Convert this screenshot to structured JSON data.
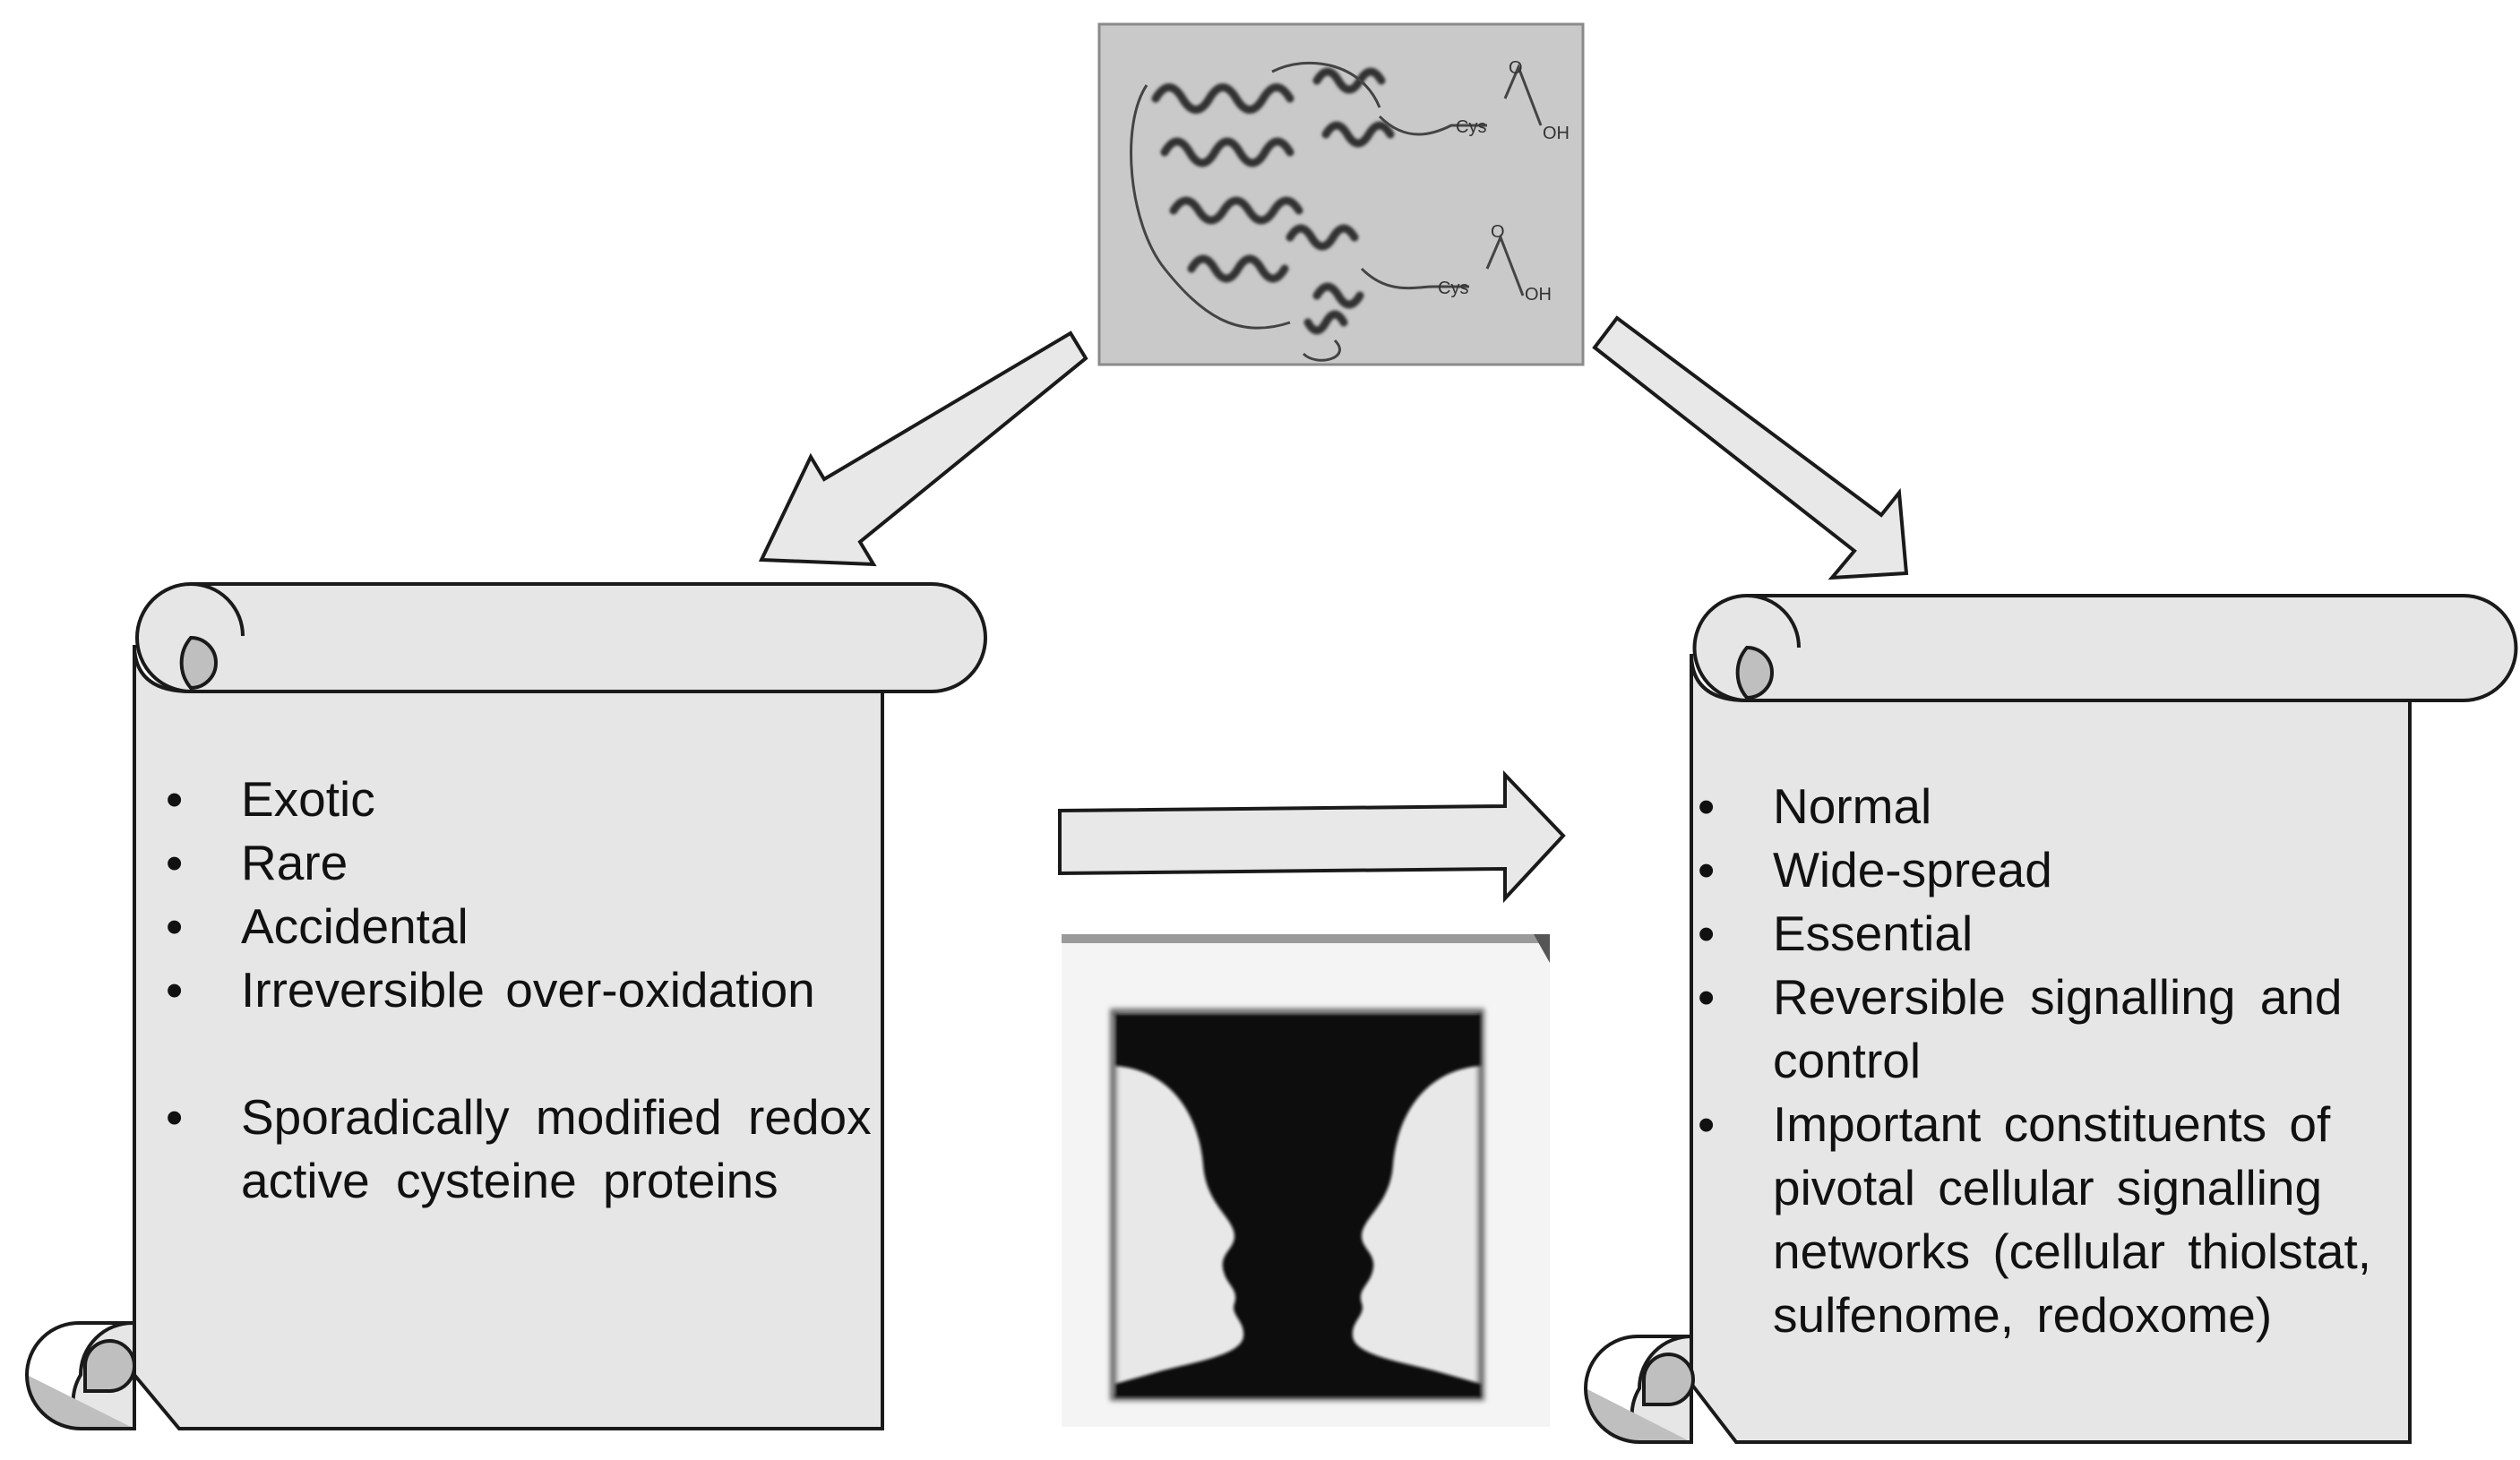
{
  "protein_image": {
    "labels": [
      "Cys",
      "O",
      "OH",
      "Cys",
      "O",
      "OH"
    ]
  },
  "left_scroll": {
    "items": [
      "Exotic",
      "Rare",
      "Accidental",
      "Irreversible over-oxidation",
      "Sporadically modified redox active cysteine proteins"
    ]
  },
  "right_scroll": {
    "items": [
      "Normal",
      "Wide-spread",
      "Essential",
      "Reversible signalling and control",
      "Important constituents of pivotal cellular signalling networks (cellular thiolstat, sulfenome, redoxome)"
    ]
  },
  "colors": {
    "scroll_fill": "#e6e6e6",
    "scroll_curl": "#bfbfbf",
    "arrow_fill": "#e8e8e8",
    "outline": "#1a1a1a",
    "illusion_black": "#0d0d0d"
  }
}
